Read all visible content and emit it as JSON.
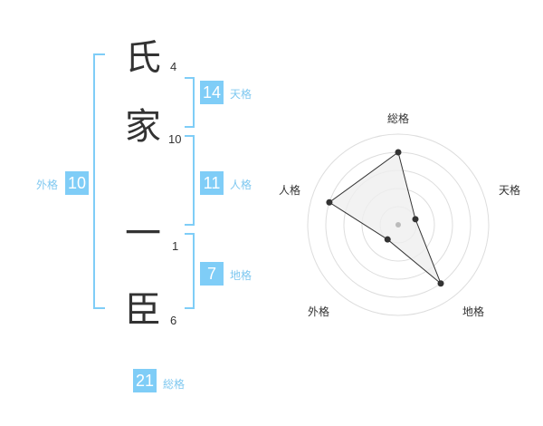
{
  "name": {
    "characters": [
      {
        "char": "氏",
        "strokes": "4"
      },
      {
        "char": "家",
        "strokes": "10"
      },
      {
        "char": "一",
        "strokes": "1"
      },
      {
        "char": "臣",
        "strokes": "6"
      }
    ]
  },
  "fortunes": {
    "tenkaku": {
      "value": "14",
      "label": "天格"
    },
    "jinkaku": {
      "value": "11",
      "label": "人格"
    },
    "chikaku": {
      "value": "7",
      "label": "地格"
    },
    "gaikaku": {
      "value": "10",
      "label": "外格"
    },
    "soukaku": {
      "value": "21",
      "label": "総格"
    }
  },
  "radar": {
    "axes": [
      "総格",
      "天格",
      "地格",
      "外格",
      "人格"
    ],
    "values": [
      4,
      1,
      4,
      1,
      4
    ],
    "max": 5,
    "rings": 5,
    "colors": {
      "fill": "#efefef",
      "line": "#333333",
      "ring": "#dddddd",
      "center": "#bbbbbb"
    }
  }
}
